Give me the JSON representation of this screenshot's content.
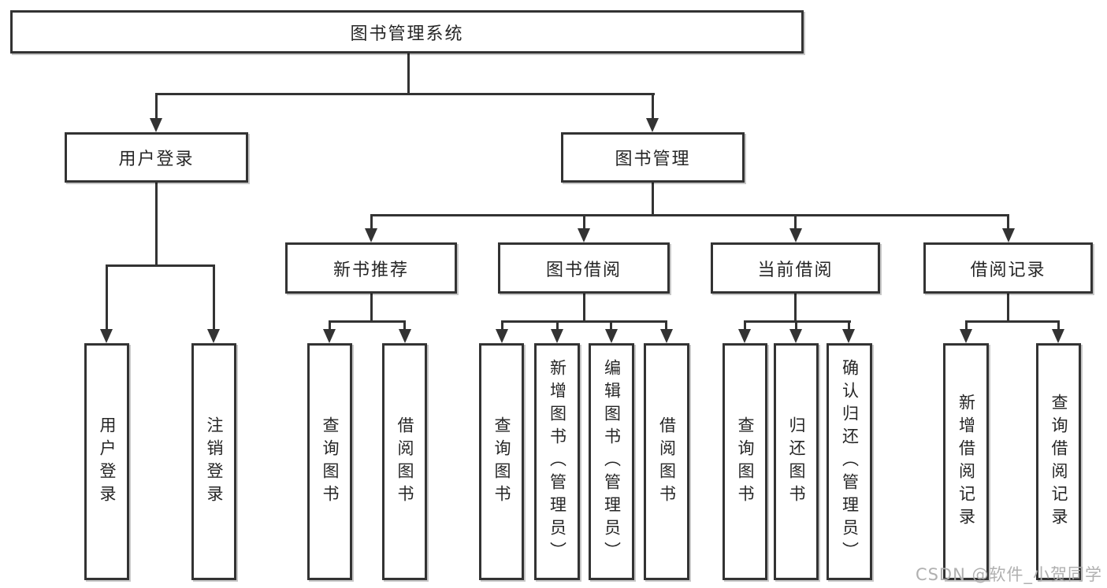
{
  "tree": {
    "label": "图书管理系统",
    "children": [
      {
        "label": "用户登录",
        "children": [
          {
            "label": "用户登录"
          },
          {
            "label": "注销登录"
          }
        ]
      },
      {
        "label": "图书管理",
        "children": [
          {
            "label": "新书推荐",
            "children": [
              {
                "label": "查询图书"
              },
              {
                "label": "借阅图书"
              }
            ]
          },
          {
            "label": "图书借阅",
            "children": [
              {
                "label": "查询图书"
              },
              {
                "label": "新增图书（管理员）"
              },
              {
                "label": "编辑图书（管理员）"
              },
              {
                "label": "借阅图书"
              }
            ]
          },
          {
            "label": "当前借阅",
            "children": [
              {
                "label": "查询图书"
              },
              {
                "label": "归还图书"
              },
              {
                "label": "确认归还（管理员）"
              }
            ]
          },
          {
            "label": "借阅记录",
            "children": [
              {
                "label": "新增借阅记录"
              },
              {
                "label": "查询借阅记录"
              }
            ]
          }
        ]
      }
    ]
  },
  "watermark": "CSDN @软件_小贺同学",
  "colors": {
    "line": "#333333",
    "border": "#333333",
    "text": "#262626",
    "box_bg": "#ffffff",
    "page_bg": "#ffffff",
    "watermark": "#b0b0b0"
  }
}
